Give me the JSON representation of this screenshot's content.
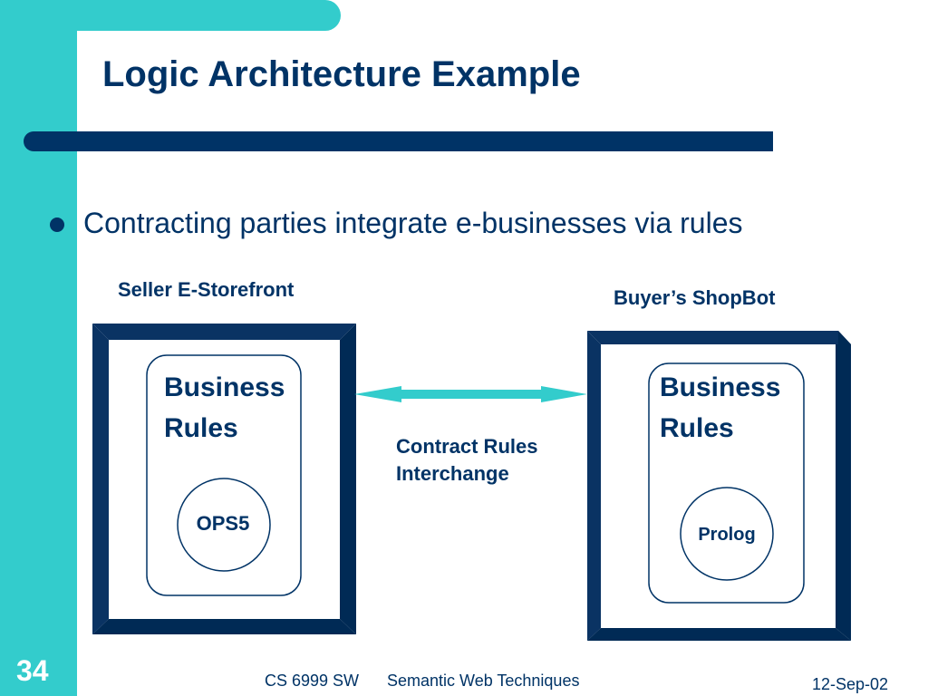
{
  "title": "Logic Architecture Example",
  "bullet": "Contracting parties integrate e-businesses via rules",
  "seller": {
    "label": "Seller E-Storefront",
    "rules_line1": "Business",
    "rules_line2": "Rules",
    "engine": "OPS5"
  },
  "buyer": {
    "label": "Buyer’s ShopBot",
    "rules_line1": "Business",
    "rules_line2": "Rules",
    "engine": "Prolog"
  },
  "interchange": {
    "line1": "Contract Rules",
    "line2": "Interchange"
  },
  "footer": {
    "course": "CS 6999 SW",
    "subject": "Semantic Web Techniques",
    "date": "12-Sep-02",
    "slide_number": "34"
  },
  "colors": {
    "navy": "#003366",
    "teal": "#33cccc"
  }
}
